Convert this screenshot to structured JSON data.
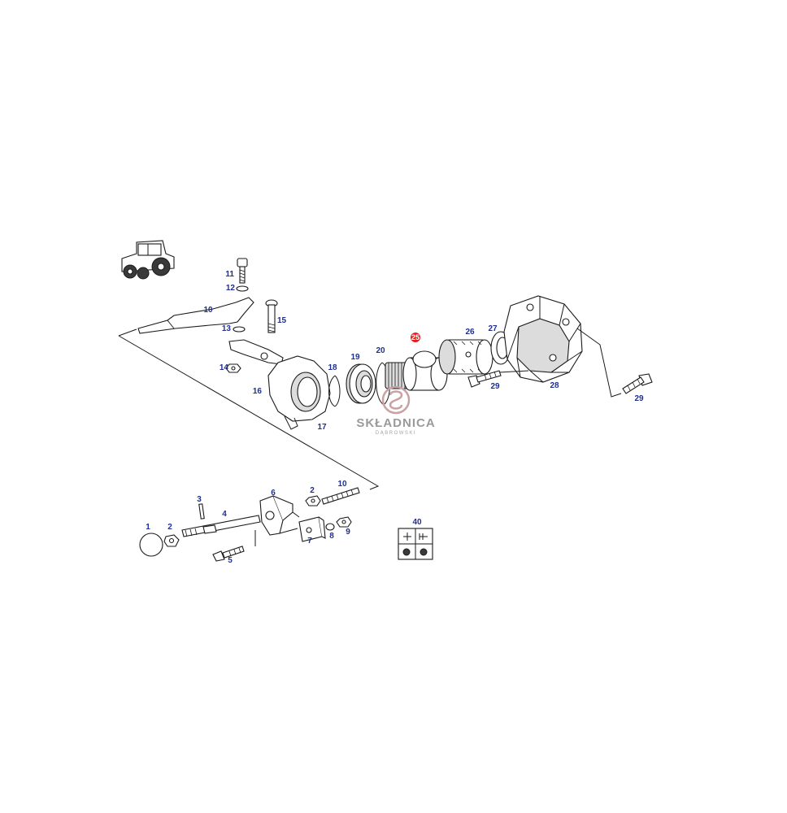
{
  "watermark": {
    "brand": "SKŁADNICA",
    "subtitle": "DĄBROWSKI",
    "color": "#9a9a9a",
    "logo_color": "#c9a3a3"
  },
  "callouts": {
    "upper": {
      "n11": "11",
      "n12": "12",
      "n10": "10",
      "n13": "13",
      "n14": "14",
      "n15": "15",
      "n16": "16",
      "n17": "17",
      "n18": "18",
      "n19": "19",
      "n20": "20",
      "n25": "25",
      "n26": "26",
      "n27": "27",
      "n28": "28",
      "n29a": "29",
      "n29b": "29"
    },
    "lower": {
      "n1": "1",
      "n2a": "2",
      "n3": "3",
      "n4": "4",
      "n5": "5",
      "n6": "6",
      "n2b": "2",
      "n10": "10",
      "n7": "7",
      "n8": "8",
      "n9": "9",
      "n40": "40"
    }
  },
  "highlight": {
    "part": "25",
    "color": "#e02020"
  },
  "callout_color": "#1f2f8f",
  "icons": {
    "tractor": "tractor-icon",
    "kit_symbols": "kit-symbols-icon"
  }
}
